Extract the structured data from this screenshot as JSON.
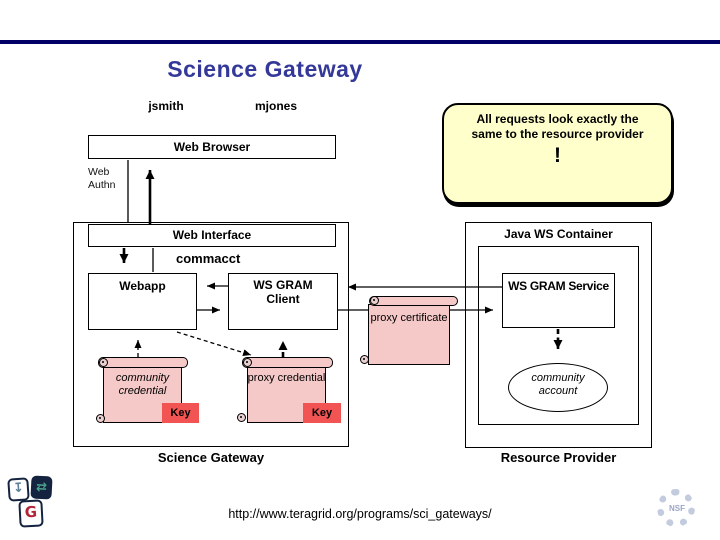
{
  "title": "Science Gateway",
  "users": [
    "jsmith",
    "mjones"
  ],
  "web_browser": {
    "label": "Web Browser"
  },
  "web_authn": {
    "line1": "Web",
    "line2": "Authn"
  },
  "callout": {
    "line1": "All requests look exactly the",
    "line2": "same to the resource provider",
    "exclamation": "!"
  },
  "science_gateway": {
    "caption": "Science Gateway",
    "web_interface": {
      "label": "Web Interface"
    },
    "commacct_label": "commacct",
    "webapp": {
      "label": "Webapp"
    },
    "ws_gram_client": {
      "label": "WS GRAM Client"
    },
    "community_credential": {
      "label": "community credential",
      "key_label": "Key"
    },
    "proxy_credential": {
      "label": "proxy credential",
      "key_label": "Key"
    }
  },
  "proxy_certificate": {
    "label": "proxy certificate"
  },
  "resource_provider": {
    "caption": "Resource Provider",
    "java_ws_container": {
      "label": "Java WS Container"
    },
    "ws_gram_service": {
      "label": "WS GRAM Service"
    },
    "community_account": {
      "label": "community account"
    }
  },
  "footer": {
    "url": "http://www.teragrid.org/programs/sci_gateways/"
  },
  "logos": {
    "globus_down_arrow": "↧",
    "globus_sync_arrows": "⇄",
    "globus_g": "G",
    "nsf": "NSF"
  },
  "colors": {
    "top_rule_navy": "#000066",
    "title_blue": "#343999",
    "callout_yellow": "#FFFFCC",
    "scroll_pink": "#F6C9C9",
    "key_red": "#F25353"
  }
}
